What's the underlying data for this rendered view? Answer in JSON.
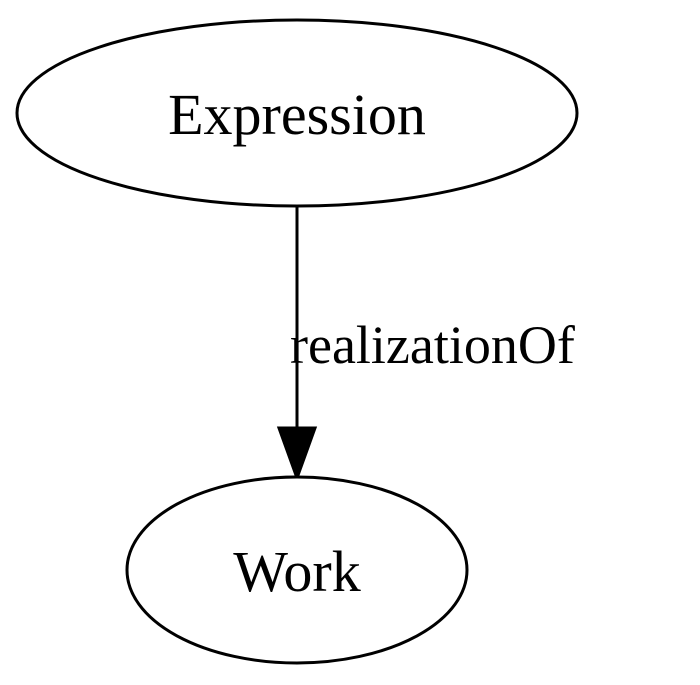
{
  "nodes": {
    "expression": {
      "label": "Expression"
    },
    "work": {
      "label": "Work"
    }
  },
  "edges": [
    {
      "from": "Expression",
      "to": "Work",
      "label": "realizationOf"
    }
  ]
}
